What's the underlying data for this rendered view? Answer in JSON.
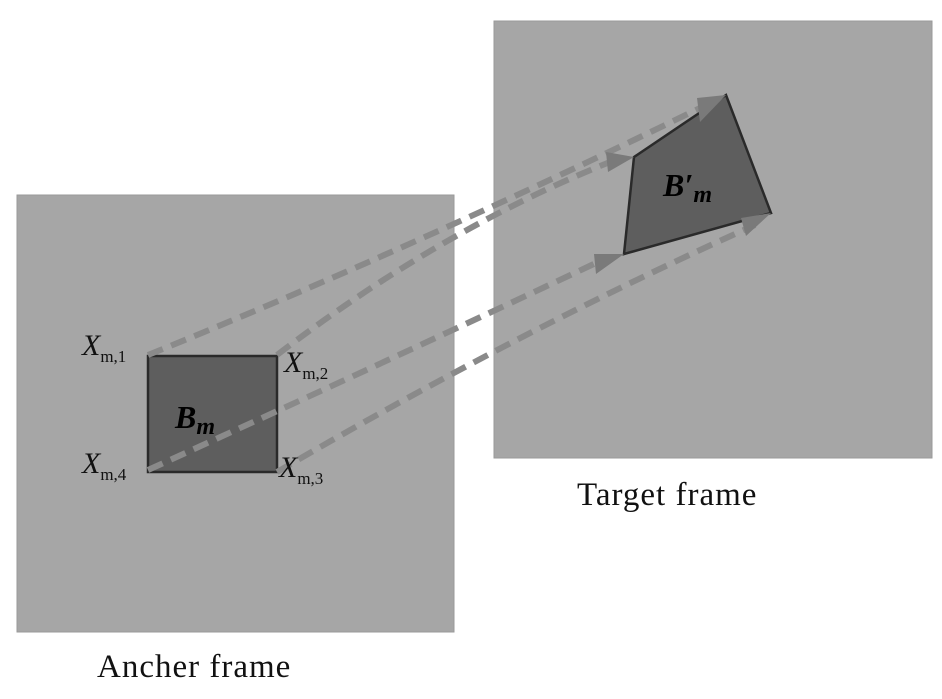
{
  "frames": {
    "anchor_caption": "Ancher frame",
    "target_caption": "Target frame"
  },
  "blocks": {
    "source": {
      "main": "B",
      "sub": "m"
    },
    "target": {
      "main": "B′",
      "sub": "m"
    }
  },
  "corners": [
    {
      "main": "X",
      "sub": "m,1"
    },
    {
      "main": "X",
      "sub": "m,2"
    },
    {
      "main": "X",
      "sub": "m,3"
    },
    {
      "main": "X",
      "sub": "m,4"
    }
  ],
  "colors": {
    "frame": "#a6a6a6",
    "block": "#5e5e5e",
    "arrow": "#8a8a8a"
  }
}
